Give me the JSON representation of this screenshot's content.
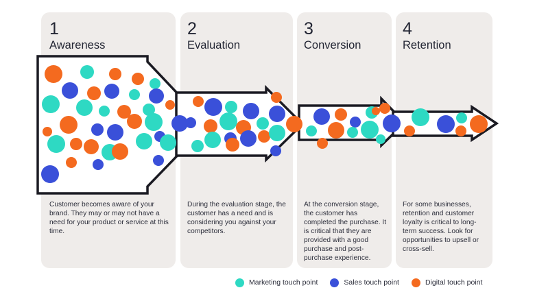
{
  "colors": {
    "marketing": "#2ed9c3",
    "sales": "#3a50d9",
    "digital": "#f46a1f",
    "outline": "#1a1a22"
  },
  "stages": [
    {
      "number": "1",
      "title": "Awareness",
      "description": "Customer becomes aware of your brand. They may or may not have a need for your product or service at this time."
    },
    {
      "number": "2",
      "title": "Evaluation",
      "description": "During the evaluation stage, the customer has a need and is considering you against your competitors."
    },
    {
      "number": "3",
      "title": "Conversion",
      "description": "At the conversion stage, the customer has completed the purchase. It is critical that they are provided with a good purchase and post-purchase experience."
    },
    {
      "number": "4",
      "title": "Retention",
      "description": "For some businesses, retention and customer loyalty is critical to long-term success. Look for opportunities to upsell or cross-sell."
    }
  ],
  "legend": [
    {
      "label": "Marketing touch point",
      "color_key": "marketing"
    },
    {
      "label": "Sales touch point",
      "color_key": "sales"
    },
    {
      "label": "Digital touch point",
      "color_key": "digital"
    }
  ]
}
